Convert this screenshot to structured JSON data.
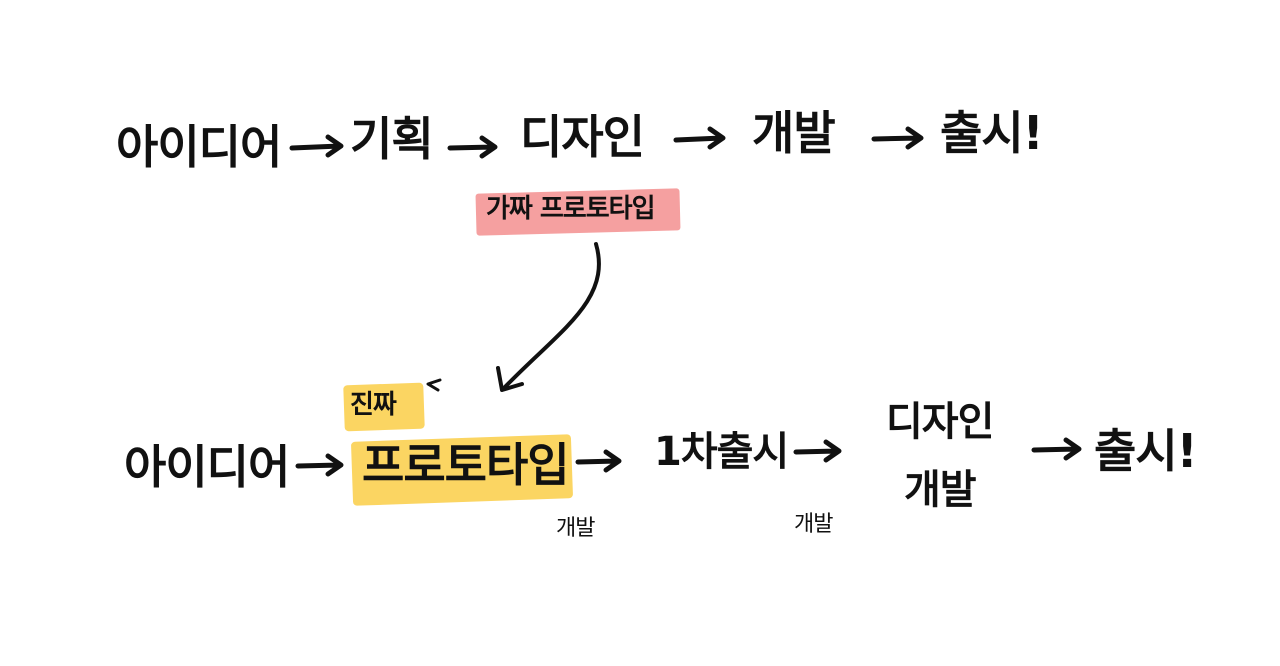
{
  "top_flow": {
    "steps": [
      "아이디어",
      "기획",
      "디자인",
      "개발",
      "출시!"
    ]
  },
  "fake_label": "가짜 프로토타입",
  "bottom_flow": {
    "real_label": "진짜",
    "steps": [
      "아이디어",
      "프로토타입",
      "1차출시",
      "디자인",
      "개발",
      "출시!"
    ],
    "sub_labels": [
      "개발",
      "개발"
    ]
  },
  "colors": {
    "ink": "#111111",
    "pink_highlight": "#f28080",
    "yellow_highlight": "#face46"
  }
}
